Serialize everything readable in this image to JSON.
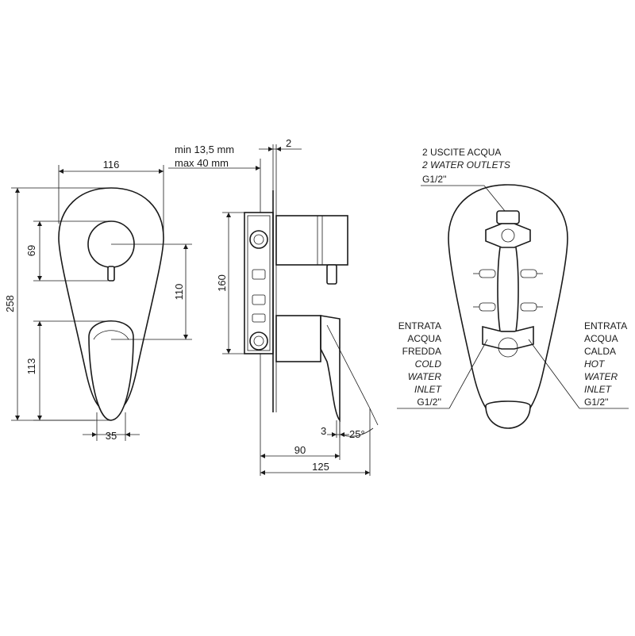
{
  "front_view": {
    "width": "116",
    "height": "258",
    "knob_diameter": "69",
    "center_distance": "110",
    "lever_height": "113",
    "lever_width": "35"
  },
  "side_view": {
    "wall_min": "min 13,5 mm",
    "wall_max": "max 40 mm",
    "plate": "2",
    "body_height": "160",
    "offset_small": "3",
    "angle": "25°",
    "depth_lever": "90",
    "depth_total": "125"
  },
  "rear_view": {
    "outlets": {
      "it": "2 USCITE ACQUA",
      "en": "2 WATER OUTLETS",
      "size": "G1/2''"
    },
    "cold_inlet": {
      "it": [
        "ENTRATA",
        "ACQUA",
        "FREDDA"
      ],
      "en": [
        "COLD",
        "WATER",
        "INLET"
      ],
      "size": "G1/2''"
    },
    "hot_inlet": {
      "it": [
        "ENTRATA",
        "ACQUA",
        "CALDA"
      ],
      "en": [
        "HOT",
        "WATER",
        "INLET"
      ],
      "size": "G1/2''"
    }
  },
  "colors": {
    "line": "#1a1a1a",
    "background": "#ffffff"
  }
}
